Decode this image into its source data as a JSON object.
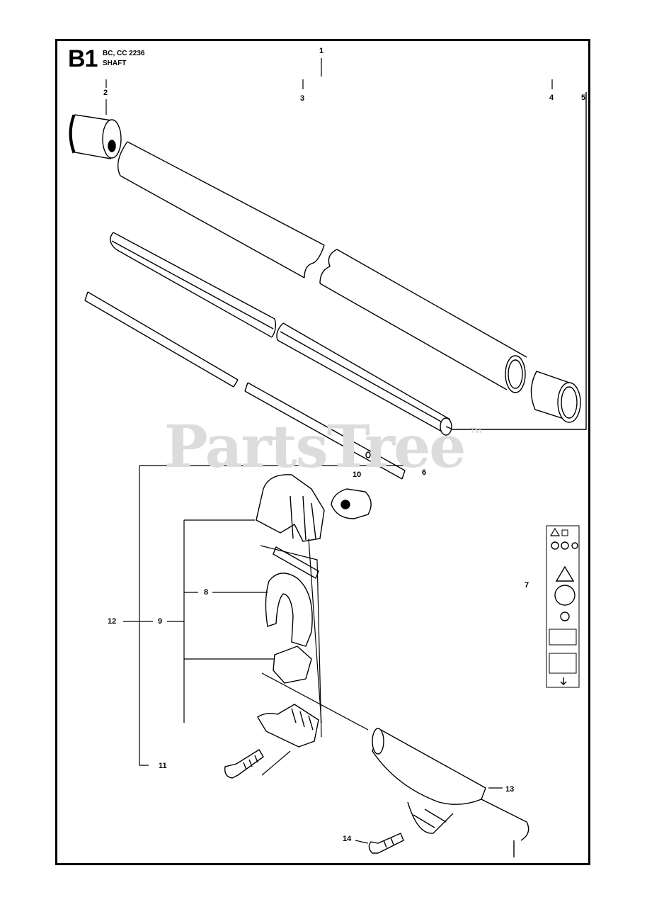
{
  "header": {
    "code": "B1",
    "models": "BC, CC 2236",
    "section": "SHAFT"
  },
  "watermark": {
    "text": "PartsTree",
    "tm": "TM"
  },
  "callouts": {
    "c1": "1",
    "c2": "2",
    "c3": "3",
    "c4": "4",
    "c5": "5",
    "c6": "6",
    "c7": "7",
    "c8": "8",
    "c9": "9",
    "c10": "10",
    "c11": "11",
    "c12": "12",
    "c13": "13",
    "c14": "14"
  }
}
